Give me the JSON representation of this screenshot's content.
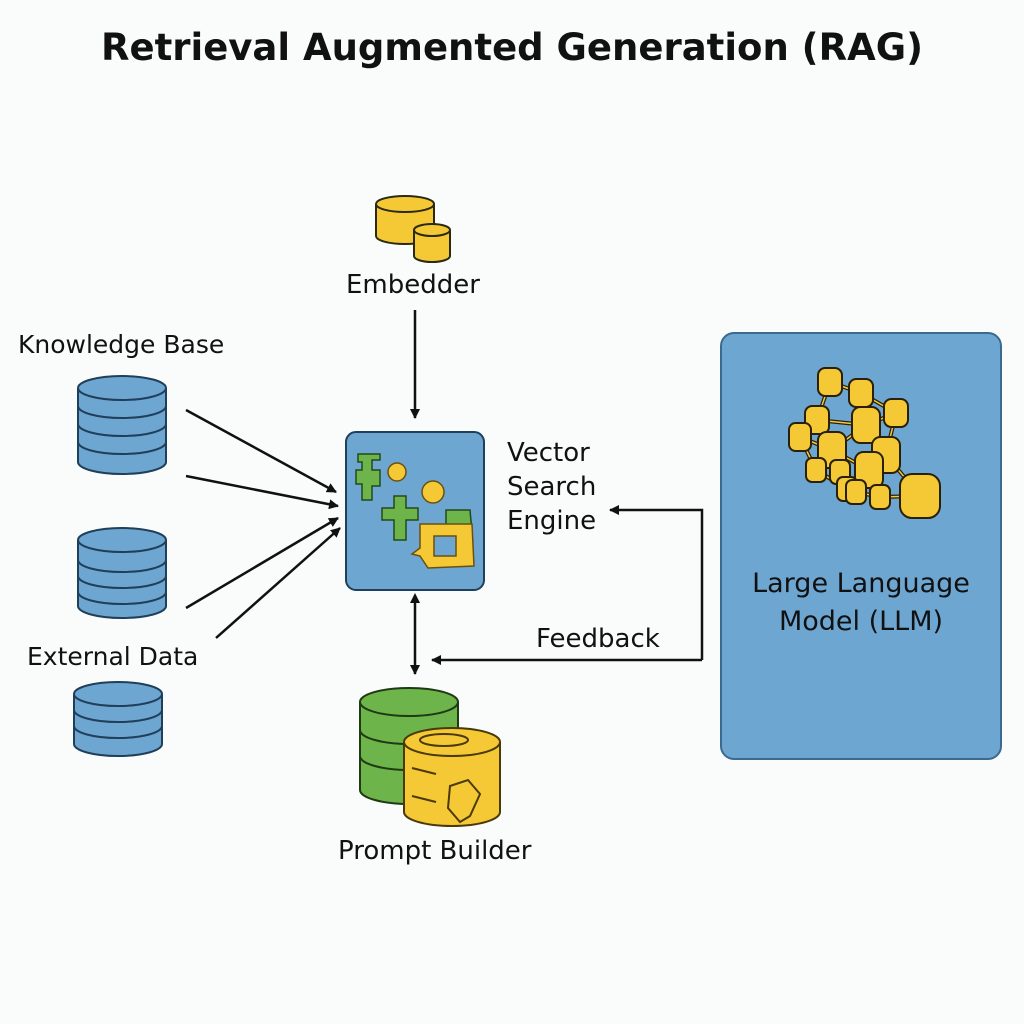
{
  "title": "Retrieval Augmented Generation (RAG)",
  "nodes": {
    "knowledge_base": {
      "label": "Knowledge Base",
      "icon": "database-icon"
    },
    "external_data": {
      "label": "External Data",
      "icon": "database-icon"
    },
    "embedder": {
      "label": "Embedder",
      "icon": "database-icon"
    },
    "vector_search_engine": {
      "label": "Vector Search Engine",
      "icon": "puzzle-gears-icon"
    },
    "prompt_builder": {
      "label": "Prompt Builder",
      "icon": "database-stack-icon"
    },
    "llm": {
      "label": "Large Language Model (LLM)",
      "icon": "network-graph-icon"
    }
  },
  "edges": [
    {
      "from": "knowledge_base",
      "to": "vector_search_engine"
    },
    {
      "from": "external_data",
      "to": "vector_search_engine"
    },
    {
      "from": "embedder",
      "to": "vector_search_engine"
    },
    {
      "from": "vector_search_engine",
      "to": "prompt_builder",
      "bidirectional": true
    },
    {
      "from": "llm",
      "to": "vector_search_engine"
    },
    {
      "from": "llm",
      "to": "prompt_builder",
      "label": "Feedback"
    }
  ],
  "colors": {
    "blue": "#6ea6d2",
    "yellow": "#f5c935",
    "green": "#6db54a",
    "outline": "#1a2a3a"
  }
}
